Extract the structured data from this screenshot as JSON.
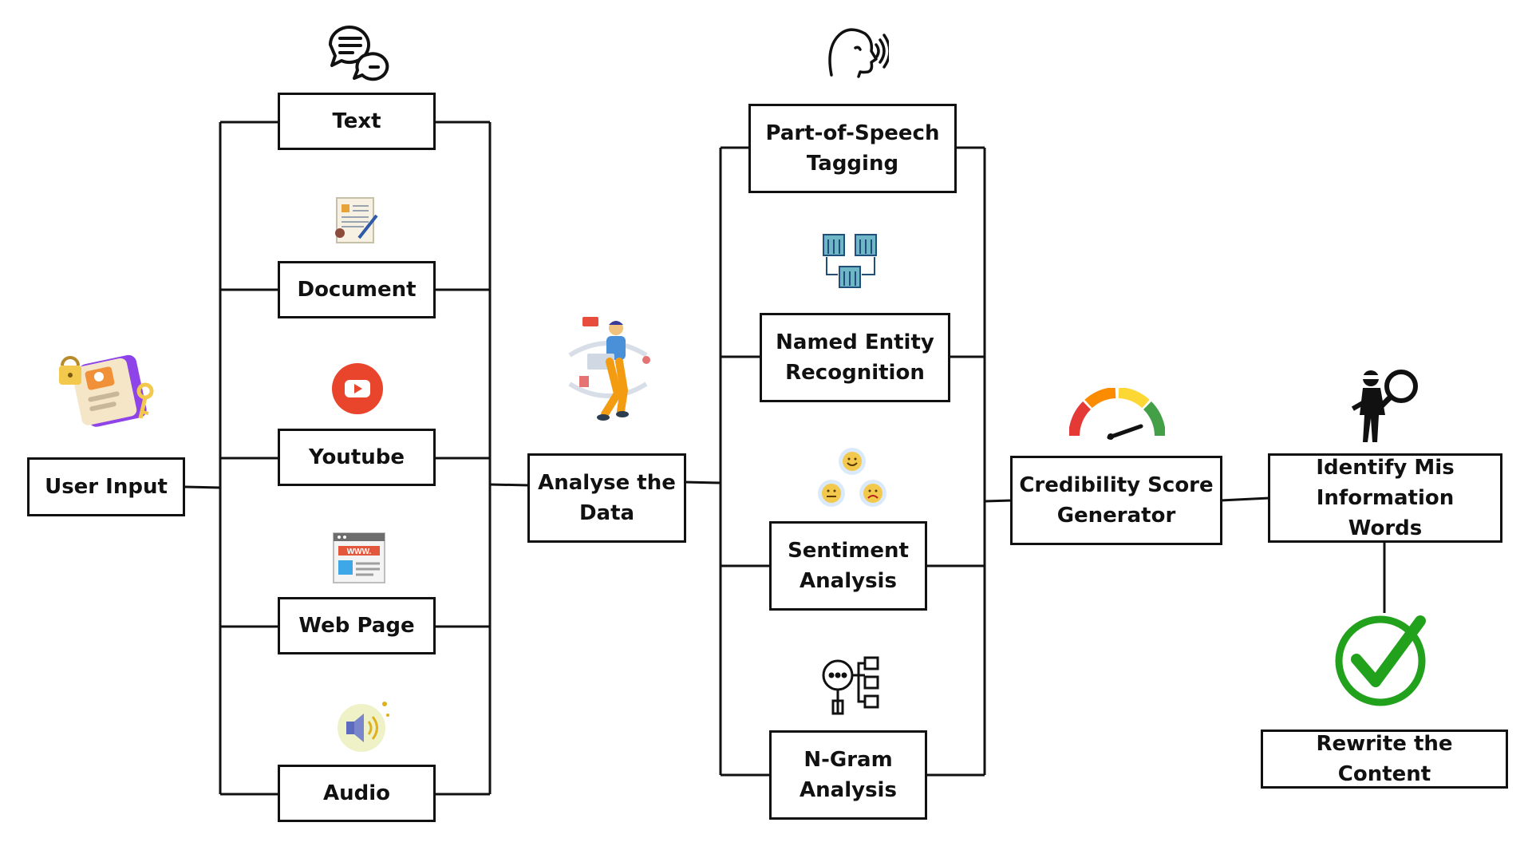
{
  "inputs": {
    "user_input": "User Input",
    "text": "Text",
    "document": "Document",
    "youtube": "Youtube",
    "web_page": "Web Page",
    "audio": "Audio"
  },
  "analyse": "Analyse the\nData",
  "techniques": {
    "pos": "Part-of-Speech\nTagging",
    "ner": "Named Entity\nRecognition",
    "sentiment": "Sentiment\nAnalysis",
    "ngram": "N-Gram\nAnalysis"
  },
  "outputs": {
    "credibility": "Credibility Score\nGenerator",
    "identify": "Identify Mis\nInformation Words",
    "rewrite": "Rewrite the Content"
  },
  "icons": {
    "web_page_icon_text": "WWW.",
    "colors": {
      "youtube_red": "#e8452c",
      "check_green": "#22a11c",
      "gauge_red": "#e53935",
      "gauge_orange": "#fb8c00",
      "gauge_yellow": "#fdd835",
      "gauge_green": "#43a047"
    }
  }
}
